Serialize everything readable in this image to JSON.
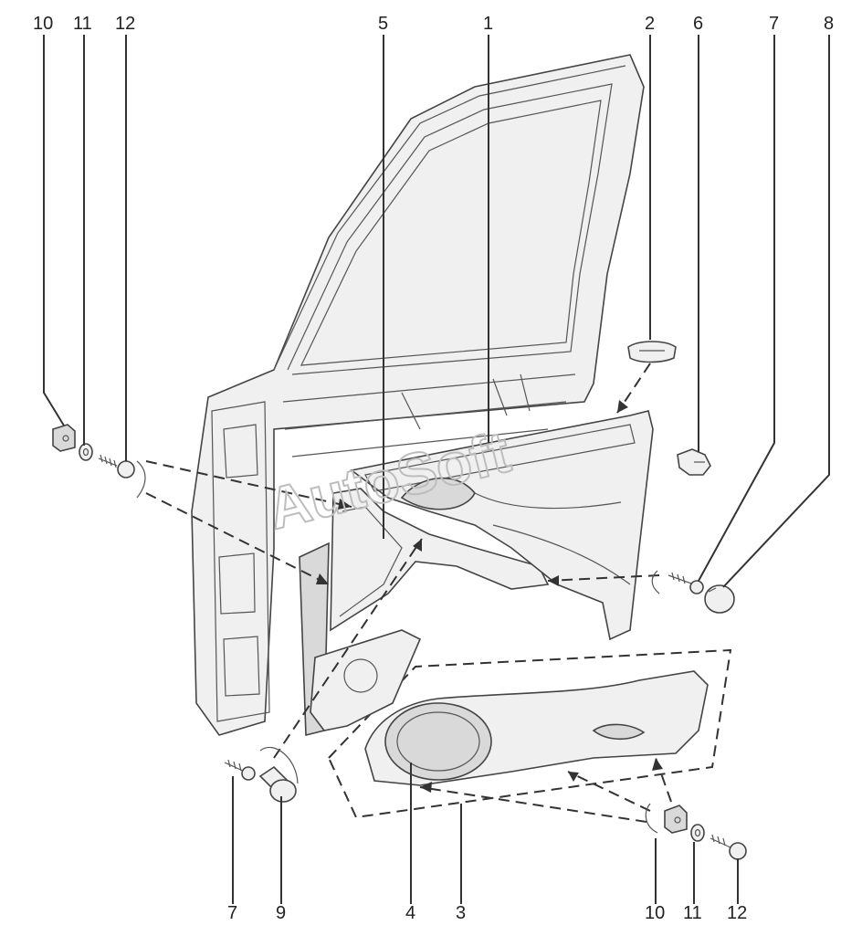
{
  "watermark": "AutoSoft",
  "callouts": {
    "top": [
      "10",
      "11",
      "12",
      "5",
      "1",
      "2",
      "6",
      "7",
      "8"
    ],
    "bottom": [
      "7",
      "9",
      "4",
      "3",
      "10",
      "11",
      "12"
    ]
  }
}
